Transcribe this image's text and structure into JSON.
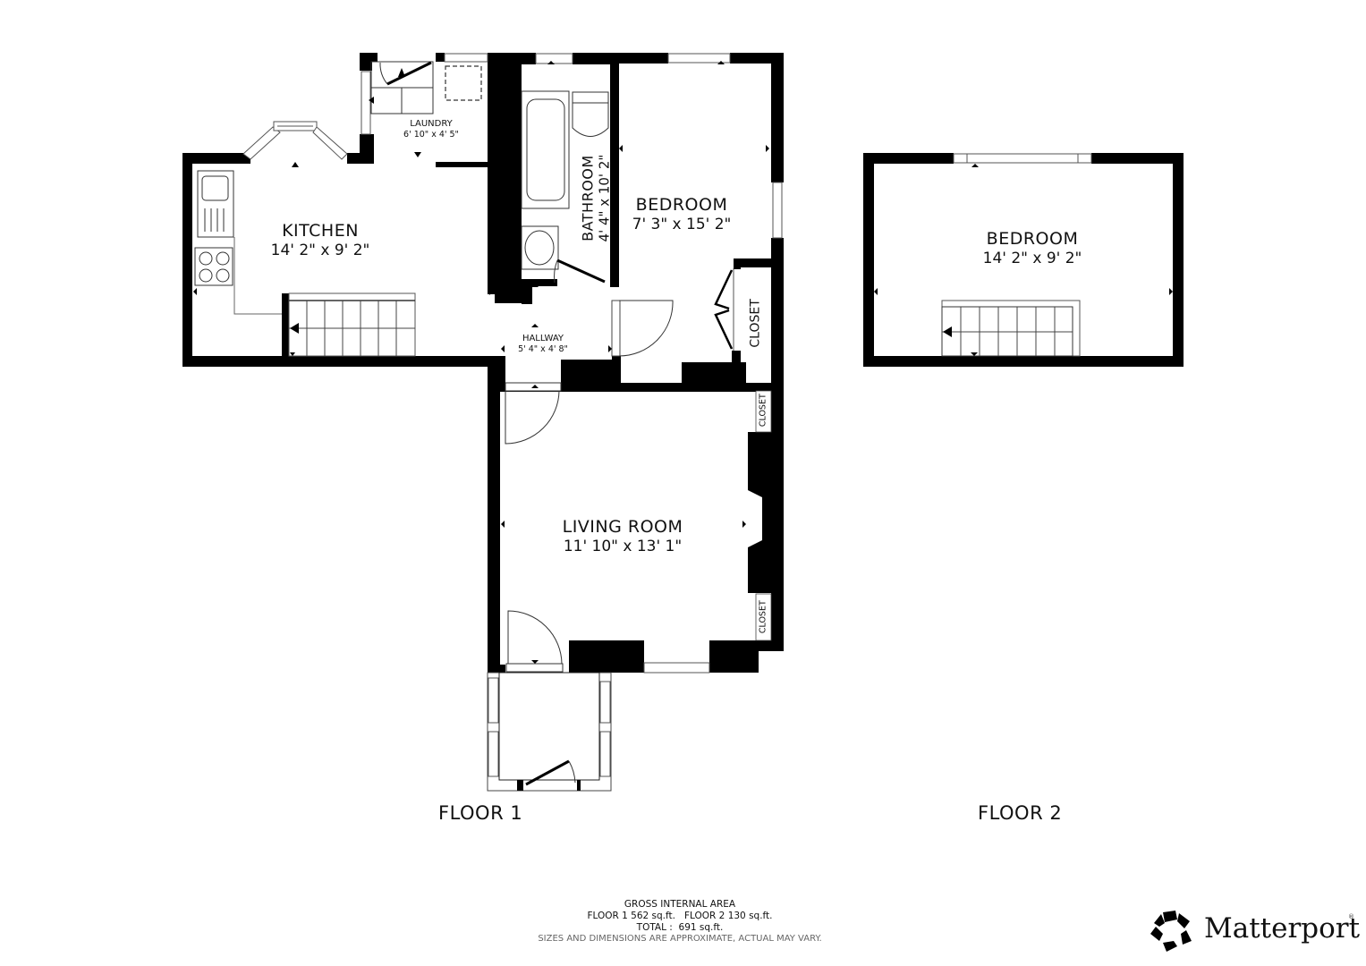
{
  "floors": [
    {
      "label": "FLOOR 1",
      "rooms": [
        {
          "name": "KITCHEN",
          "dimensions": "14' 2\" x 9' 2\""
        },
        {
          "name": "LAUNDRY",
          "dimensions": "6' 10\" x 4' 5\""
        },
        {
          "name": "BATHROOM",
          "dimensions": "4' 4\" x 10' 2\""
        },
        {
          "name": "BEDROOM",
          "dimensions": "7' 3\" x 15' 2\""
        },
        {
          "name": "HALLWAY",
          "dimensions": "5' 4\" x 4' 8\""
        },
        {
          "name": "LIVING ROOM",
          "dimensions": "11' 10\" x 13' 1\""
        },
        {
          "name": "CLOSET"
        },
        {
          "name": "CLOSET"
        },
        {
          "name": "CLOSET"
        }
      ]
    },
    {
      "label": "FLOOR 2",
      "rooms": [
        {
          "name": "BEDROOM",
          "dimensions": "14' 2\" x 9' 2\""
        }
      ]
    }
  ],
  "area_summary": {
    "title": "GROSS INTERNAL AREA",
    "floor_line": "FLOOR 1 562 sq.ft.   FLOOR 2 130 sq.ft.",
    "total_line": "TOTAL :  691 sq.ft.",
    "disclaimer": "SIZES AND DIMENSIONS ARE APPROXIMATE, ACTUAL MAY VARY."
  },
  "brand": {
    "name": "Matterport",
    "mark": "®",
    "logo_icon": "matterport-logo-icon"
  },
  "colors": {
    "wall": "#000000",
    "background": "#ffffff",
    "fixture_line": "#555555",
    "disclaimer_text": "#666666"
  }
}
